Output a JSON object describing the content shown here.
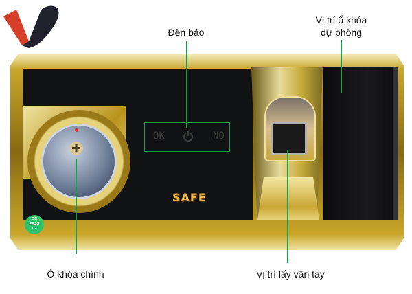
{
  "logo": {
    "name": "brand-logo",
    "colors": {
      "left": "#d6402a",
      "right": "#22222e"
    }
  },
  "callouts": {
    "indicator": "Đèn báo",
    "backup_lock": "Vị trí ổ khóa dự phòng",
    "backup_lock_line1": "Vị trí ổ khóa",
    "backup_lock_line2": "dự phòng",
    "main_lock": "Ó khóa chính",
    "fingerprint": "Vị trí lấy vân tay"
  },
  "panel": {
    "indicators": {
      "ok": "OK",
      "power_icon": "power-icon",
      "no": "NO"
    },
    "brand_text": "SAFE",
    "qc_badge": {
      "line1": "QC",
      "line2": "PASS",
      "line3": "02"
    }
  },
  "colors": {
    "callout_line": "#1a9a4a",
    "safe_text": "#f2b54a",
    "qc_badge": "#2fc46a"
  }
}
